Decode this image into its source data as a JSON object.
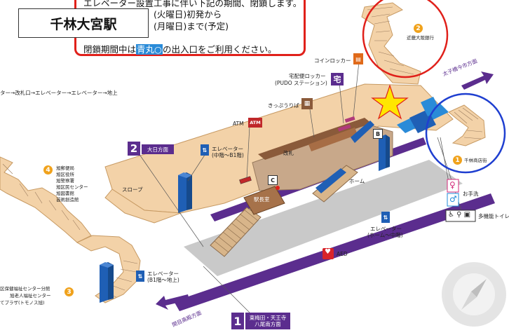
{
  "station_title": "千林大宮駅",
  "notice": {
    "line1": "エレベーター設置工事に伴い下記の期間、閉鎖します。",
    "line2": "(火曜日)初発から",
    "line3": "(月曜日)まで(予定)",
    "line4_pre": "閉鎖期間中は",
    "line4_highlight": "青丸○",
    "line4_post": "の出入口をご利用ください。"
  },
  "exits": {
    "exit1": {
      "number": "1",
      "label1": "東梅田・天王寺",
      "label2": "八尾南方面"
    },
    "exit2": {
      "number": "2",
      "label": "大日方面"
    },
    "exitB": "B",
    "exitC": "C"
  },
  "labels": {
    "top_left_route": "ター→改札口→エレベーター→エレベーター→地上",
    "coin_locker": "コインロッカー",
    "delivery_locker1": "宅配便ロッカー",
    "delivery_locker2": "(PUDO ステーション)",
    "delivery_icon": "宅",
    "ticket": "きっぷうりば",
    "atm": "ATM",
    "atm_icon": "ATM",
    "elevator_b1_1": "エレベーター",
    "elevator_b1_2": "(中階～B1階)",
    "gate": "改札",
    "platform": "ホーム",
    "station_office": "駅長室",
    "slope": "スロープ",
    "elevator_platform_1": "エレベーター",
    "elevator_platform_2": "(ホーム～中階)",
    "elevator_ground_1": "エレベーター",
    "elevator_ground_2": "(B1階～地上)",
    "aed": "AED",
    "toilet": "お手洗",
    "multi_toilet": "多機能トイレ",
    "direction_taishi": "太子橋今市方面",
    "direction_sekime": "関目高殿方面",
    "point2_name": "近畿大阪銀行",
    "point1_name": "千林商店街",
    "point4_lines": [
      "旭郵便局",
      "旭区役所",
      "旭警察署",
      "旭区民センター",
      "旭図書館",
      "芸術創造館"
    ],
    "point3_lines": [
      "区保健福祉センター分館",
      "旭老人福祉センター",
      "てプラザ(トモノス旭)"
    ]
  },
  "point_numbers": {
    "p1": "1",
    "p2": "2",
    "p3": "3",
    "p4": "4"
  },
  "colors": {
    "notice_border": "#e0201a",
    "exit_purple": "#5b2d8e",
    "floor": "#f3d2a8",
    "platform": "#c9c9c9",
    "elevator_blue": "#1f5fb5",
    "highlight_blue": "#2a8bd8",
    "red_circle": "#e0201a",
    "blue_circle": "#1f3fd0",
    "star": "#ffe600"
  }
}
